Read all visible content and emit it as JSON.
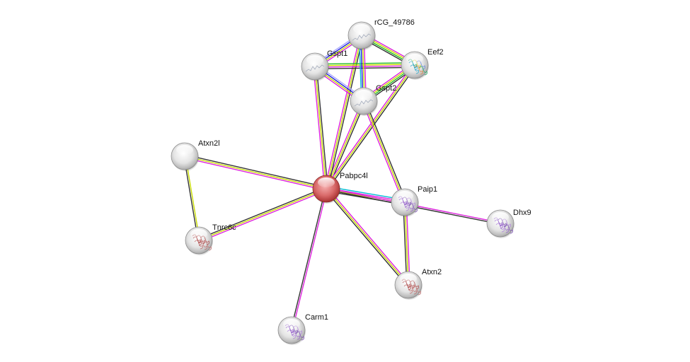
{
  "diagram": {
    "type": "protein-interaction-network",
    "nodes": [
      {
        "id": "rCG_49786",
        "label": "rCG_49786",
        "color": "#e8e8e8",
        "query": false,
        "structure": "line"
      },
      {
        "id": "Gspt1",
        "label": "Gspt1",
        "color": "#e8e8e8",
        "query": false,
        "structure": "line"
      },
      {
        "id": "Eef2",
        "label": "Eef2",
        "color": "#e8e8e8",
        "query": false,
        "structure": "protein-colored"
      },
      {
        "id": "Gspt2",
        "label": "Gspt2",
        "color": "#e8e8e8",
        "query": false,
        "structure": "line"
      },
      {
        "id": "Atxn2l",
        "label": "Atxn2l",
        "color": "#e8e8e8",
        "query": false,
        "structure": "none"
      },
      {
        "id": "Pabpc4l",
        "label": "Pabpc4l",
        "color": "#d96a6a",
        "query": true,
        "structure": "none"
      },
      {
        "id": "Paip1",
        "label": "Paip1",
        "color": "#e8e8e8",
        "query": false,
        "structure": "protein-purple"
      },
      {
        "id": "Dhx9",
        "label": "Dhx9",
        "color": "#e8e8e8",
        "query": false,
        "structure": "protein-purple"
      },
      {
        "id": "Tnrc6c",
        "label": "Tnrc6c",
        "color": "#e8e8e8",
        "query": false,
        "structure": "protein-red"
      },
      {
        "id": "Atxn2",
        "label": "Atxn2",
        "color": "#e8e8e8",
        "query": false,
        "structure": "protein-red"
      },
      {
        "id": "Carm1",
        "label": "Carm1",
        "color": "#e8e8e8",
        "query": false,
        "structure": "protein-purple"
      }
    ],
    "edge_colors": {
      "textmining": "#c8dc00",
      "coexpression": "#333333",
      "database": "#00bcd4",
      "experiments": "#dd22dd",
      "neighborhood": "#22bb22",
      "fusion": "#2222dd",
      "homology": "#aaaaff"
    },
    "edges": [
      {
        "source": "Pabpc4l",
        "target": "Atxn2l",
        "evidence": [
          "experiments",
          "textmining",
          "coexpression"
        ]
      },
      {
        "source": "Pabpc4l",
        "target": "Tnrc6c",
        "evidence": [
          "experiments",
          "textmining",
          "coexpression"
        ]
      },
      {
        "source": "Atxn2l",
        "target": "Tnrc6c",
        "evidence": [
          "textmining",
          "coexpression"
        ]
      },
      {
        "source": "Pabpc4l",
        "target": "Carm1",
        "evidence": [
          "experiments",
          "coexpression"
        ]
      },
      {
        "source": "Pabpc4l",
        "target": "Atxn2",
        "evidence": [
          "experiments",
          "textmining",
          "coexpression"
        ]
      },
      {
        "source": "Pabpc4l",
        "target": "Paip1",
        "evidence": [
          "database",
          "experiments",
          "textmining",
          "coexpression"
        ]
      },
      {
        "source": "Pabpc4l",
        "target": "Dhx9",
        "evidence": [
          "experiments",
          "coexpression"
        ]
      },
      {
        "source": "Pabpc4l",
        "target": "Gspt1",
        "evidence": [
          "experiments",
          "textmining",
          "coexpression"
        ]
      },
      {
        "source": "Pabpc4l",
        "target": "Gspt2",
        "evidence": [
          "experiments",
          "textmining",
          "coexpression"
        ]
      },
      {
        "source": "Pabpc4l",
        "target": "rCG_49786",
        "evidence": [
          "experiments",
          "textmining",
          "coexpression"
        ]
      },
      {
        "source": "Pabpc4l",
        "target": "Eef2",
        "evidence": [
          "experiments",
          "textmining",
          "coexpression"
        ]
      },
      {
        "source": "Paip1",
        "target": "Atxn2",
        "evidence": [
          "experiments",
          "textmining",
          "coexpression"
        ]
      },
      {
        "source": "Paip1",
        "target": "Gspt2",
        "evidence": [
          "experiments",
          "textmining",
          "coexpression"
        ]
      },
      {
        "source": "Gspt1",
        "target": "rCG_49786",
        "evidence": [
          "homology",
          "fusion",
          "textmining",
          "experiments"
        ]
      },
      {
        "source": "Gspt1",
        "target": "Eef2",
        "evidence": [
          "neighborhood",
          "textmining",
          "experiments",
          "coexpression"
        ]
      },
      {
        "source": "Gspt1",
        "target": "Gspt2",
        "evidence": [
          "homology",
          "fusion",
          "textmining",
          "experiments"
        ]
      },
      {
        "source": "rCG_49786",
        "target": "Eef2",
        "evidence": [
          "experiments",
          "textmining",
          "neighborhood",
          "coexpression"
        ]
      },
      {
        "source": "rCG_49786",
        "target": "Gspt2",
        "evidence": [
          "experiments",
          "textmining",
          "fusion",
          "database"
        ]
      },
      {
        "source": "Gspt2",
        "target": "Eef2",
        "evidence": [
          "experiments",
          "textmining",
          "neighborhood",
          "coexpression"
        ]
      }
    ]
  }
}
